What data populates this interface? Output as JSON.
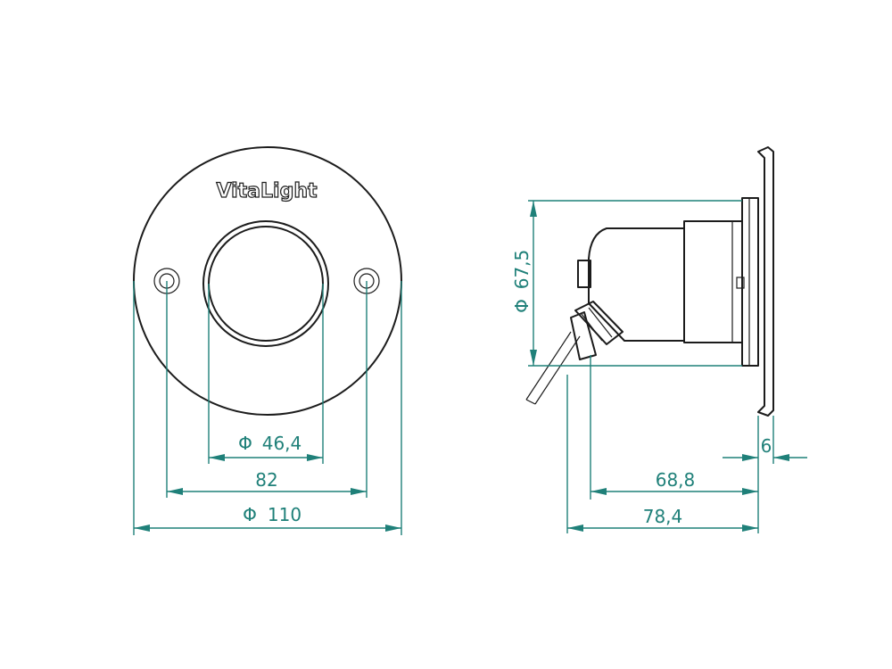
{
  "logo": {
    "text": "VitaLight"
  },
  "front_view": {
    "dim_lens": {
      "symbol": "Φ",
      "value": "46,4"
    },
    "dim_hole_spacing": {
      "value": "82"
    },
    "dim_outer": {
      "symbol": "Φ",
      "value": "110"
    }
  },
  "side_view": {
    "dim_body": {
      "symbol": "Φ",
      "value": "67,5"
    },
    "dim_flange": {
      "value": "6"
    },
    "dim_depth_body": {
      "value": "68,8"
    },
    "dim_depth_total": {
      "value": "78,4"
    }
  },
  "colors": {
    "dimension": "#1f8079",
    "outline": "#1c1c1c"
  }
}
